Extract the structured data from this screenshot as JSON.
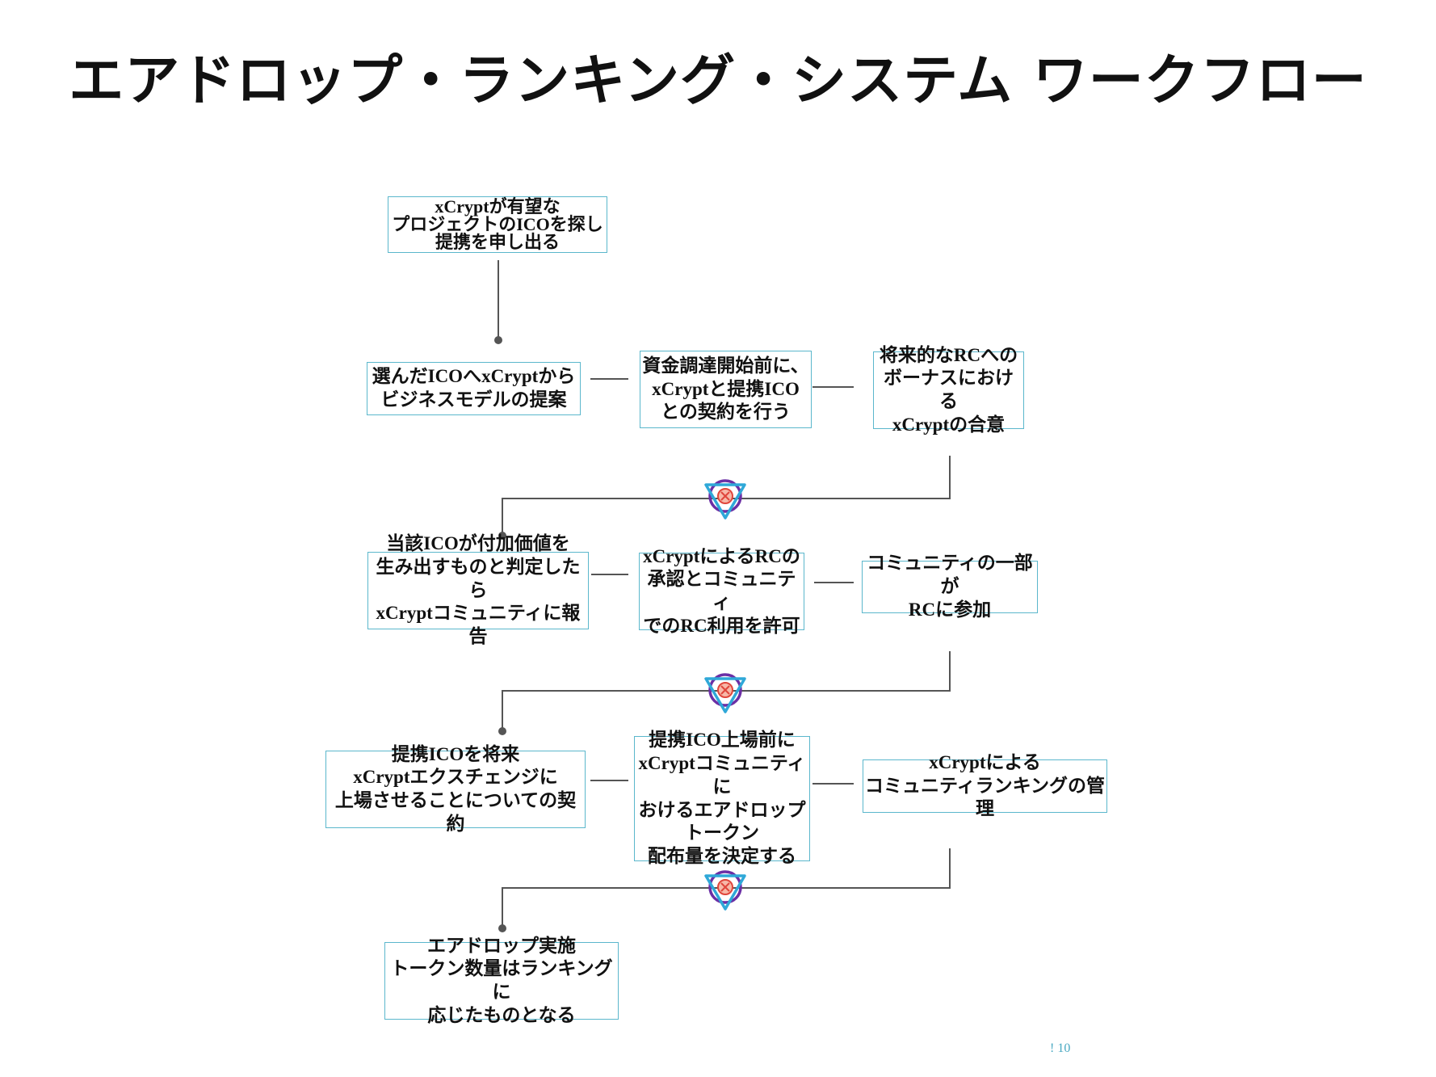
{
  "title": "エアドロップ・ランキング・システム ワークフロー",
  "steps": [
    {
      "text": "xCryptが有望な\nプロジェクトのICOを探し\n提携を申し出る"
    },
    {
      "text": "選んだICOへxCryptから\nビジネスモデルの提案"
    },
    {
      "text": "資金調達開始前に、\nxCryptと提携ICO\nとの契約を行う"
    },
    {
      "text": "将来的なRCへの\nボーナスにおける\nxCryptの合意"
    },
    {
      "text": "当該ICOが付加価値を\n生み出すものと判定したら\nxCryptコミュニティに報告"
    },
    {
      "text": "xCryptによるRCの\n承認とコミュニティ\nでのRC利用を許可"
    },
    {
      "text": "コミュニティの一部が\nRCに参加"
    },
    {
      "text": "提携ICOを将来\nxCryptエクスチェンジに\n上場させることについての契約"
    },
    {
      "text": "提携ICO上場前に\nxCryptコミュニティに\nおけるエアドロップ\nトークン\n配布量を決定する"
    },
    {
      "text": "xCryptによる\nコミュニティランキングの管理"
    },
    {
      "text": "エアドロップ実施\nトークン数量はランキングに\n応じたものとなる"
    }
  ],
  "icon": "xcrypt-logo-icon",
  "colors": {
    "box_border": "#5bb7cc",
    "wire": "#555555",
    "logo_purple": "#6b2fa5",
    "logo_cyan": "#2fa8d8",
    "logo_red": "#e0463c"
  },
  "page_number": "! 10"
}
